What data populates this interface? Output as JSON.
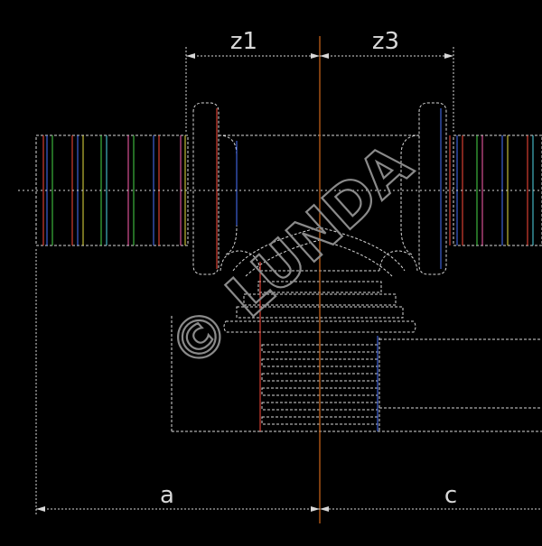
{
  "drawing": {
    "dimensions": {
      "z1": "z1",
      "z3": "z3",
      "a": "a",
      "c": "c"
    },
    "watermark": "© LUNDA",
    "colors": {
      "background": "#000000",
      "outline": "#d8d8d8",
      "red": "#ff4a3a",
      "blue": "#4a74ff",
      "green": "#48d848",
      "pink": "#ff5fb0",
      "yellow": "#e8e040",
      "cyan": "#50d8e8",
      "centerline": "#c06018",
      "watermark": "#8a8a8a"
    }
  }
}
